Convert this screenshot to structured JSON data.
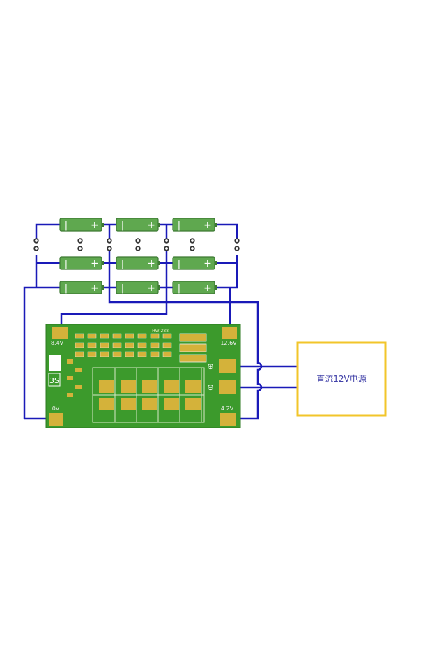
{
  "colors": {
    "wire": "#1a1ab8",
    "battery": "#5fa84f",
    "pcb": "#3c9a2c",
    "pad": "#d4b23a",
    "box_border": "#f2c52a",
    "box_text": "#4040a8"
  },
  "battery_labels": {
    "negative": "-",
    "positive": "+"
  },
  "pcb": {
    "model": "HW-288",
    "cell_count": "3S",
    "pads": {
      "p84": "8.4V",
      "p126": "12.6V",
      "p0": "0V",
      "p42": "4.2V"
    },
    "plus_symbol": "⊕",
    "minus_symbol": "⊖"
  },
  "power_supply": {
    "label": "直流12V电源"
  }
}
